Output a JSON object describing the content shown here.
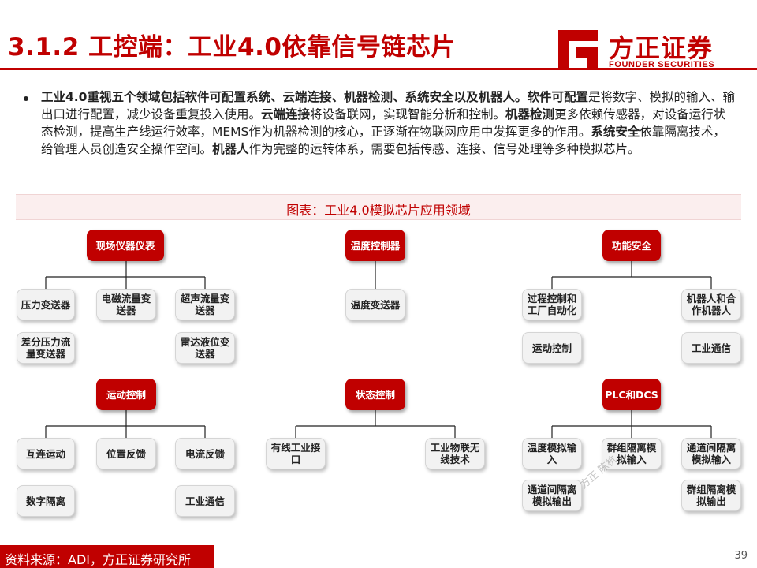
{
  "header": {
    "title": "3.1.2 工控端：工业4.0依靠信号链芯片",
    "logo_cn": "方正证券",
    "logo_en": "FOUNDER SECURITIES",
    "logo_icon": "founder-logo-icon",
    "brand_color": "#c00000"
  },
  "body": {
    "p1_bold": "工业4.0重视五个领域包括软件可配置系统、云端连接、机器检测、系统安全以及机器人。",
    "p2_bold": "软件可配置",
    "p2_text": "是将数字、模拟的输入、输出口进行配置，减少设备重复投入使用。",
    "p3_bold": "云端连接",
    "p3_text": "将设备联网，实现智能分析和控制。",
    "p4_bold": "机器检测",
    "p4_text": "更多依赖传感器，对设备运行状态检测，提高生产线运行效率，MEMS作为机器检测的核心，正逐渐在物联网应用中发挥更多的作用。",
    "p5_bold": "系统安全",
    "p5_text": "依靠隔离技术，给管理人员创造安全操作空间。",
    "p6_bold": "机器人",
    "p6_text": "作为完整的运转体系，需要包括传感、连接、信号处理等多种模拟芯片。"
  },
  "figure": {
    "title": "图表：工业4.0模拟芯片应用领域",
    "groups": [
      {
        "root": "现场仪器仪表",
        "leaves": [
          "压力变送器",
          "电磁流量变送器",
          "超声流量变送器",
          "差分压力流量变送器",
          "雷达液位变送器"
        ]
      },
      {
        "root": "温度控制器",
        "leaves": [
          "温度变送器"
        ]
      },
      {
        "root": "功能安全",
        "leaves": [
          "过程控制和工厂自动化",
          "机器人和合作机器人",
          "运动控制",
          "工业通信"
        ]
      },
      {
        "root": "运动控制",
        "leaves": [
          "互连运动",
          "位置反馈",
          "电流反馈",
          "数字隔离",
          "工业通信"
        ]
      },
      {
        "root": "状态控制",
        "leaves": [
          "有线工业接口",
          "工业物联无线技术"
        ]
      },
      {
        "root": "PLC和DCS",
        "leaves": [
          "温度模拟输入",
          "群组隔离模拟输入",
          "通道间隔离模拟输入",
          "通道间隔离模拟输出",
          "群组隔离模拟输出"
        ]
      }
    ]
  },
  "watermark": "方正 陈杭",
  "footer": {
    "source": "资料来源：ADI，方正证券研究所",
    "page": "39"
  }
}
